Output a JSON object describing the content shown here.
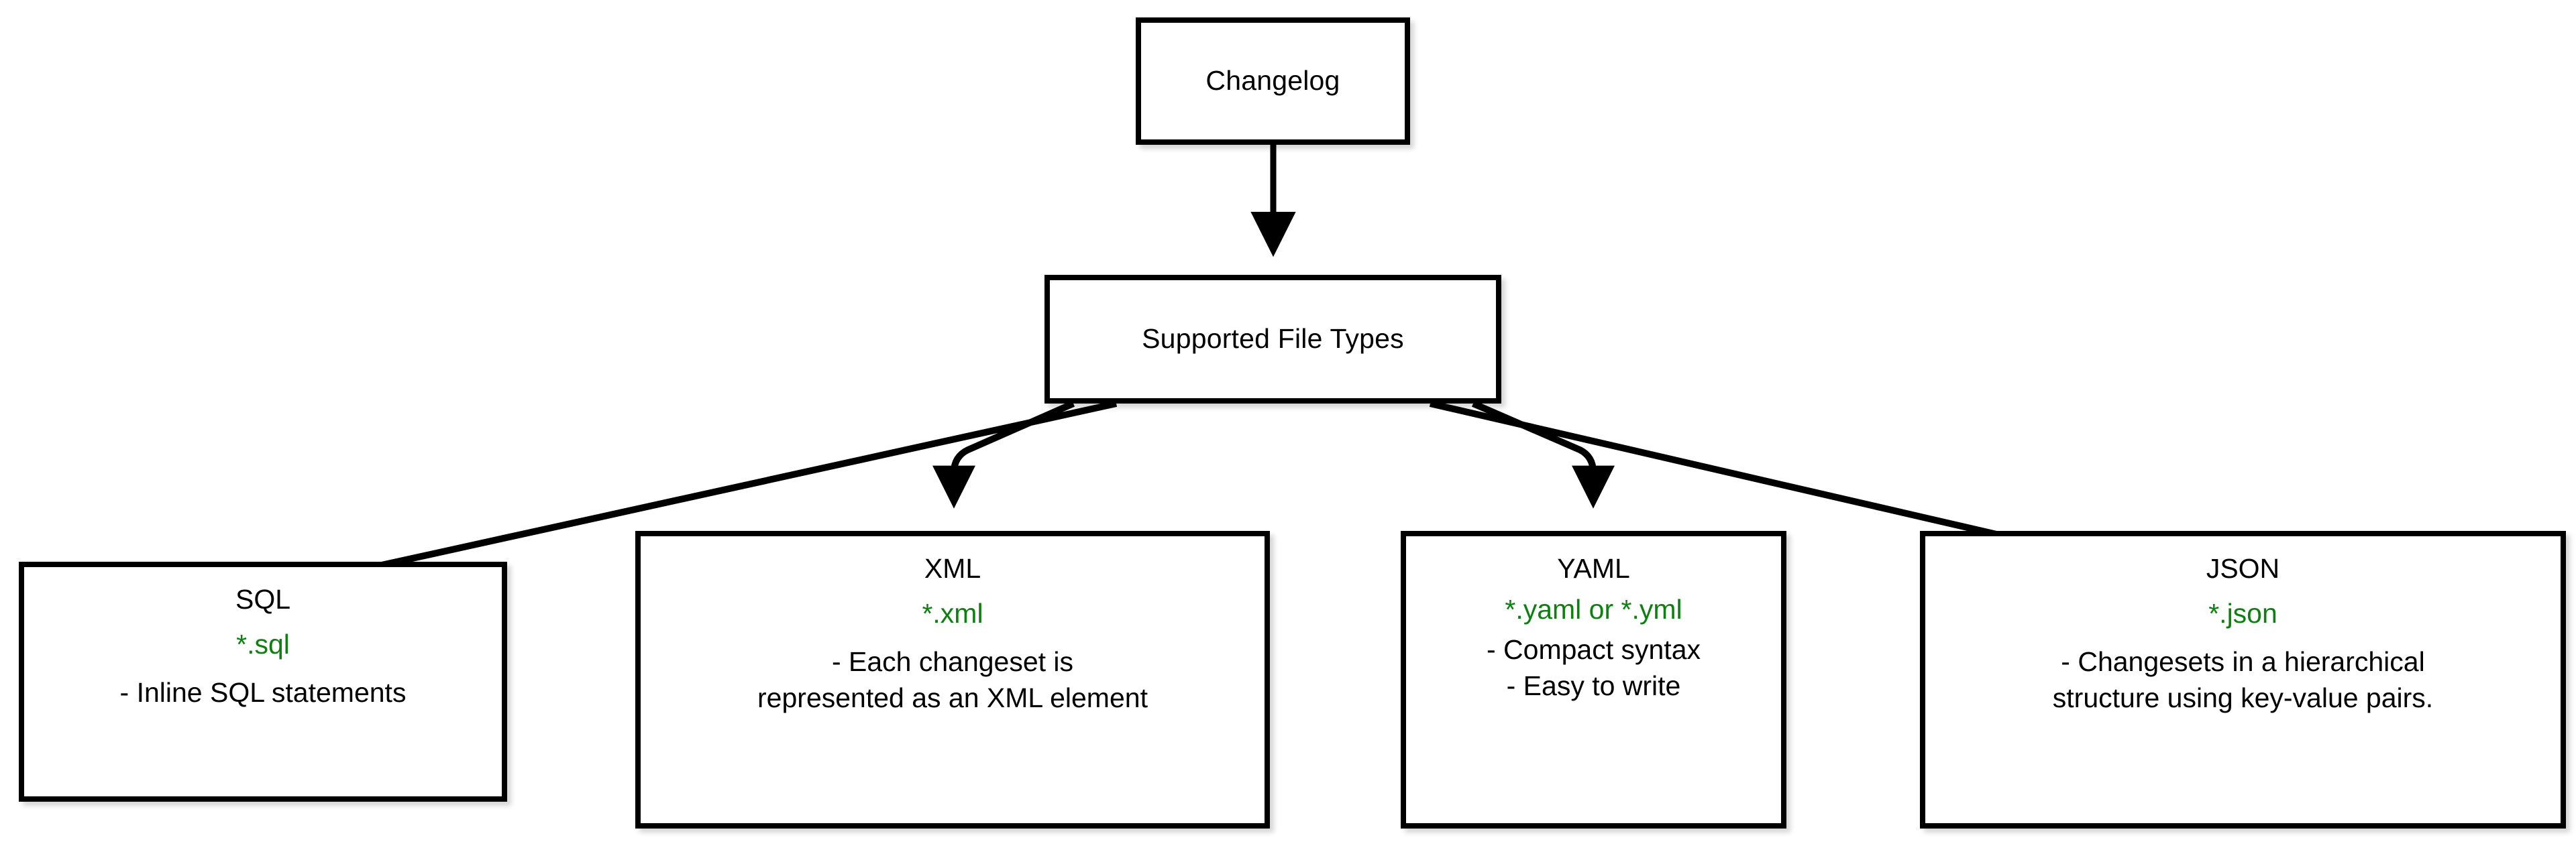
{
  "diagram": {
    "title": "Changelog Supported File Types",
    "colors": {
      "background": "#ffffff",
      "node_border": "#000000",
      "node_fill": "#ffffff",
      "text": "#000000",
      "extension_green": "#0d8011",
      "edge": "#000000"
    },
    "nodes": {
      "root": {
        "label": "Changelog"
      },
      "mid": {
        "label": "Supported File Types"
      },
      "sql": {
        "title": "SQL",
        "extension": "*.sql",
        "bullets": "- Inline SQL statements"
      },
      "xml": {
        "title": "XML",
        "extension": "*.xml",
        "bullets": "- Each changeset is\nrepresented as an XML element"
      },
      "yaml": {
        "title": "YAML",
        "extension": "*.yaml or *.yml",
        "bullets": "- Compact syntax\n- Easy to write"
      },
      "json": {
        "title": "JSON",
        "extension": "*.json",
        "bullets": "- Changesets in a hierarchical\nstructure using key-value pairs."
      }
    },
    "edges": [
      {
        "from": "Changelog",
        "to": "Supported File Types"
      },
      {
        "from": "Supported File Types",
        "to": "SQL"
      },
      {
        "from": "Supported File Types",
        "to": "XML"
      },
      {
        "from": "Supported File Types",
        "to": "YAML"
      },
      {
        "from": "Supported File Types",
        "to": "JSON"
      }
    ]
  }
}
